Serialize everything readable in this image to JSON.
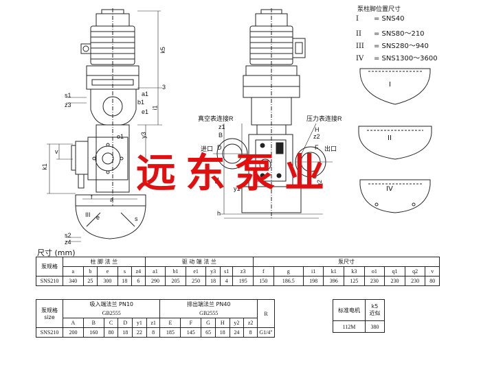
{
  "legend": {
    "title": "泵柱脚位置尺寸",
    "rows": [
      {
        "num": "I",
        "text": "= SNS40"
      },
      {
        "num": "II",
        "text": "= SNS80～210"
      },
      {
        "num": "III",
        "text": "= SNS280～940"
      },
      {
        "num": "IV",
        "text": "= SNS1300～3600"
      }
    ]
  },
  "drawing_labels": {
    "k5": "k5",
    "s1": "s1",
    "z3": "z3",
    "a1": "a1",
    "b1": "b1",
    "e1": "e1",
    "i1": "i1",
    "y3": "y3",
    "o1": "o1",
    "v": "v",
    "k1": "k1",
    "f": "f",
    "a": "a",
    "e": "e",
    "s": "s",
    "s2": "s2",
    "z4": "z4",
    "III": "III",
    "vacuum": "真空表连接R",
    "pressure": "压力表连接R",
    "inlet": "进口",
    "outlet": "出口",
    "B": "B",
    "D": "D",
    "z1": "z1",
    "H": "H",
    "z2": "z2",
    "F": "F",
    "G": "G",
    "q1": "q1",
    "q2": "q2",
    "y1": "y1",
    "h": "h",
    "three": "3",
    "I": "I",
    "II": "II",
    "IV": "IV"
  },
  "watermark": "远东泵业",
  "unit_title": "尺寸 (mm)",
  "table1": {
    "model_header": "泵规格",
    "group_headers": [
      "柱 脚 法 兰",
      "驱 动 端 法 兰",
      "泵尺寸"
    ],
    "cols": [
      "a",
      "b",
      "e",
      "s",
      "z4",
      "a1",
      "b1",
      "e1",
      "y3",
      "s1",
      "z3",
      "f",
      "g",
      "i1",
      "k1",
      "k3",
      "o1",
      "q1",
      "q2",
      "v"
    ],
    "row": {
      "model": "SNS210",
      "values": [
        "340",
        "25",
        "300",
        "18",
        "6",
        "290",
        "205",
        "250",
        "18",
        "4",
        "195",
        "150",
        "186.5",
        "198",
        "396",
        "125",
        "230",
        "230",
        "80"
      ]
    },
    "row_values_full": [
      "340",
      "25",
      "300",
      "18",
      "6",
      "290",
      "205",
      "250",
      "18",
      "4",
      "195",
      "150",
      "186.5",
      "198",
      "396",
      "125",
      "230",
      "230",
      "80"
    ]
  },
  "table2": {
    "model_header": "泵规格",
    "size_label": "size",
    "suction_header": "吸入端法兰 PN10",
    "suction_std": "GB2555",
    "discharge_header": "排出端法兰 PN40",
    "discharge_std": "GB2555",
    "cols": [
      "A",
      "B",
      "C",
      "D",
      "y1",
      "z1",
      "E",
      "F",
      "G",
      "H",
      "y2",
      "z2",
      "R"
    ],
    "row": {
      "model": "SNS210",
      "values": [
        "200",
        "160",
        "80",
        "18",
        "22",
        "8",
        "185",
        "145",
        "65",
        "18",
        "24",
        "8",
        "G1/4\""
      ]
    }
  },
  "table3": {
    "motor_header": "标准电机",
    "k5_header": "k5",
    "k5_sub": "近似",
    "motor": "112M",
    "k5": "380"
  }
}
